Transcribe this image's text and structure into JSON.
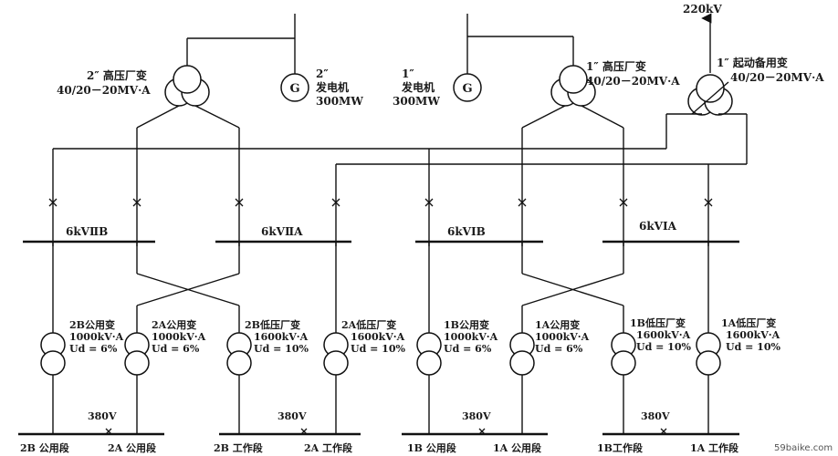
{
  "grid": {
    "label": "220kV"
  },
  "transformers_hv": [
    {
      "id": "t2hv",
      "label": "2″ 高压厂变",
      "rating": "40/20－20MV·A"
    },
    {
      "id": "t1hv",
      "label": "1″ 高压厂变",
      "rating": "40/20－20MV·A"
    },
    {
      "id": "t1st",
      "label": "1″ 起动备用变",
      "rating": "40/20－20MV·A"
    }
  ],
  "generators": [
    {
      "id": "g2",
      "prefix": "2″",
      "label": "发电机",
      "power": "300MW",
      "symbol": "G"
    },
    {
      "id": "g1",
      "prefix": "1″",
      "label": "发电机",
      "power": "300MW",
      "symbol": "G"
    }
  ],
  "buses_6kv": [
    "6kVⅡB",
    "6kVⅡA",
    "6kVⅠB",
    "6kVⅠA"
  ],
  "transformers_lv": [
    {
      "label": "2B公用变",
      "rating": "1000kV·A",
      "ud": "Ud = 6%"
    },
    {
      "label": "2A公用变",
      "rating": "1000kV·A",
      "ud": "Ud = 6%"
    },
    {
      "label": "2B低压厂变",
      "rating": "1600kV·A",
      "ud": "Ud = 10%"
    },
    {
      "label": "2A低压厂变",
      "rating": "1600kV·A",
      "ud": "Ud = 10%"
    },
    {
      "label": "1B公用变",
      "rating": "1000kV·A",
      "ud": "Ud = 6%"
    },
    {
      "label": "1A公用变",
      "rating": "1000kV·A",
      "ud": "Ud = 6%"
    },
    {
      "label": "1B低压厂变",
      "rating": "1600kV·A",
      "ud": "Ud = 10%"
    },
    {
      "label": "1A低压厂变",
      "rating": "1600kV·A",
      "ud": "Ud = 10%"
    }
  ],
  "tie_voltage": "380V",
  "sections_380v": [
    "2B 公用段",
    "2A 公用段",
    "2B 工作段",
    "2A 工作段",
    "1B 公用段",
    "1A 公用段",
    "1B工作段",
    "1A 工作段"
  ],
  "watermark": "59baike.com"
}
